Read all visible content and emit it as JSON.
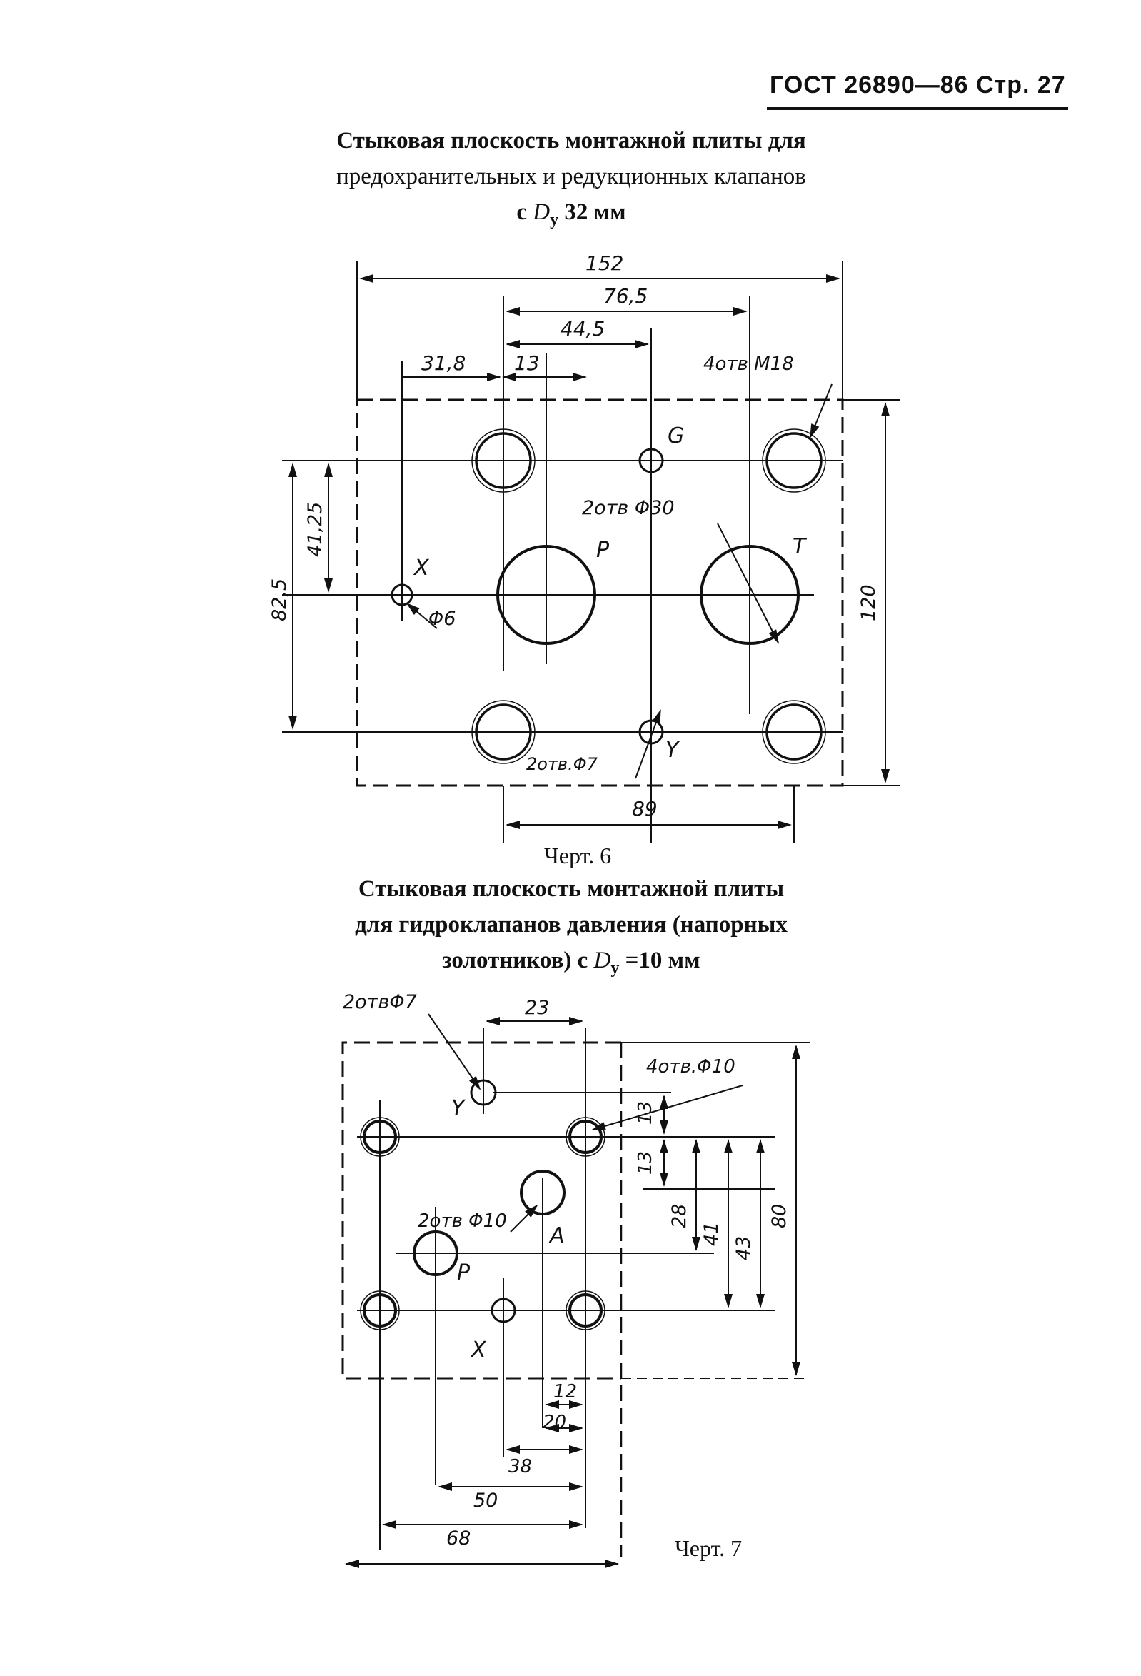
{
  "header": {
    "text": "ГОСТ 26890—86 Стр. 27"
  },
  "section_6": {
    "title_line1": "Стыковая плоскость монтажной плиты для",
    "title_line2": "предохранительных  и  редукционных  клапанов",
    "title_line3_pre": "с",
    "title_line3_sym": "D",
    "title_line3_sub": "у",
    "title_line3_post": "32 мм",
    "caption": "Черт. 6",
    "dims": {
      "d152": "152",
      "d76_5": "76,5",
      "d44_5": "44,5",
      "d31_8": "31,8",
      "d13": "13",
      "d4otv": "4отв М18",
      "d41_25": "41,25",
      "d82_5": "82,5",
      "d120": "120",
      "d2otv30": "2отв Φ30",
      "d6": "Φ6",
      "d2otv7": "2отв.Φ7",
      "d89": "89"
    },
    "ports": {
      "G": "G",
      "P": "P",
      "T": "T",
      "X": "X",
      "Y": "Y"
    }
  },
  "section_7": {
    "title_line1": "Стыковая плоскость монтажной плиты",
    "title_line2": "для гидроклапанов давления (напорных",
    "title_line3_pre": "золотников) с",
    "title_line3_sym": "D",
    "title_line3_sub": "у",
    "title_line3_post": "=10   мм",
    "caption": "Черт. 7",
    "dims": {
      "d2otv7": "2отвΦ7",
      "d23": "23",
      "d4otv10": "4отв.Φ10",
      "d13a": "13",
      "d13b": "13",
      "d28": "28",
      "d41": "41",
      "d43": "43",
      "d80": "80",
      "d2otv10": "2отв Φ10",
      "d12": "12",
      "d20": "20",
      "d38": "38",
      "d50": "50",
      "d68": "68"
    },
    "ports": {
      "A": "A",
      "P": "P",
      "X": "X",
      "Y": "Y"
    }
  }
}
